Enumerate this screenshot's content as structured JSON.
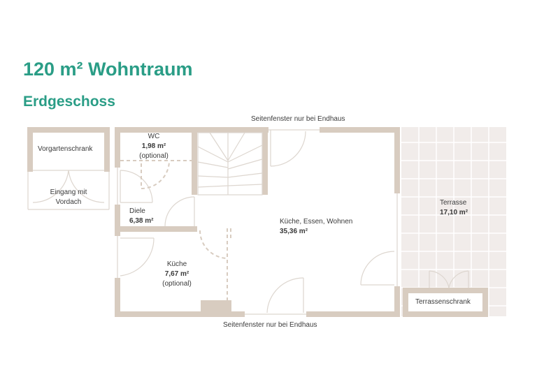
{
  "header": {
    "title": "120 m² Wohntraum",
    "subtitle": "Erdgeschoss"
  },
  "notes": {
    "top_window": "Seitenfenster nur bei Endhaus",
    "bottom_window": "Seitenfenster nur bei Endhaus"
  },
  "rooms": [
    {
      "id": "vorgartenschrank",
      "name": "Vorgartenschrank"
    },
    {
      "id": "eingang",
      "name": "Eingang mit",
      "name2": "Vordach"
    },
    {
      "id": "wc",
      "name": "WC",
      "area": "1,98 m²",
      "note": "(optional)"
    },
    {
      "id": "diele",
      "name": "Diele",
      "area": "6,38 m²"
    },
    {
      "id": "kueche",
      "name": "Küche",
      "area": "7,67 m²",
      "note": "(optional)"
    },
    {
      "id": "wohnen",
      "name": "Küche, Essen, Wohnen",
      "area": "35,36 m²"
    },
    {
      "id": "terrasse",
      "name": "Terrasse",
      "area": "17,10 m²"
    },
    {
      "id": "terrassenschrank",
      "name": "Terrassenschrank"
    }
  ],
  "colors": {
    "accent": "#2a9d86",
    "wall": "#d8ccc0",
    "terrace": "#f1ecea",
    "line": "#ddd6cf",
    "text": "#3a3a3a"
  }
}
